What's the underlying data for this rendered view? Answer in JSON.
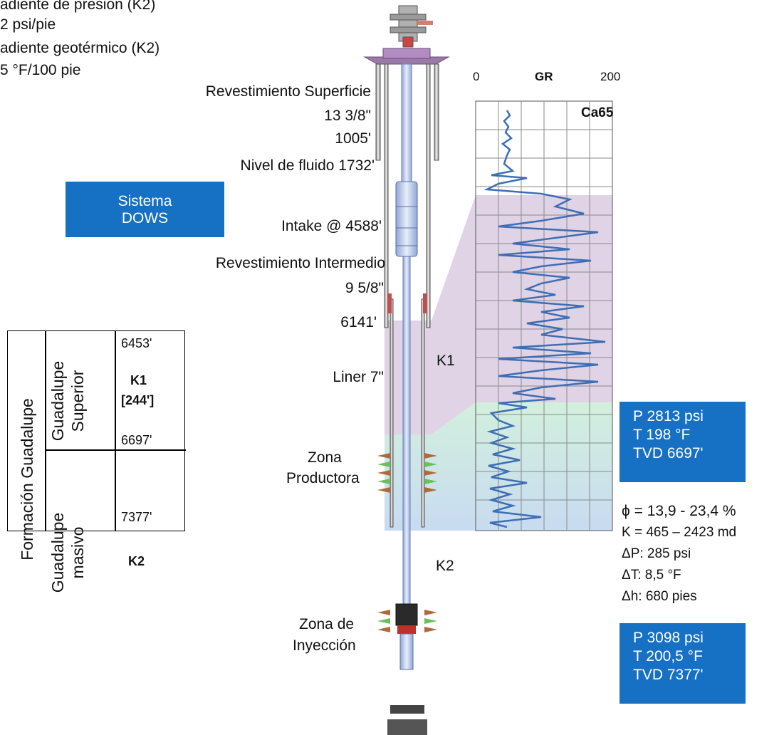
{
  "gradients": {
    "pressure_title": "adiente de presión (K2)",
    "pressure_value": "2 psi/pie",
    "geo_title": "adiente geotérmico (K2)",
    "geo_value": "5 °F/100 pie"
  },
  "system_box": {
    "line1": "Sistema",
    "line2": "DOWS"
  },
  "well_labels": {
    "surface_casing": "Revestimiento Superficie",
    "surface_size": "13 3/8\"",
    "surface_depth": "1005'",
    "fluid_level": "Nivel de fluido 1732'",
    "intake": "Intake @ 4588'",
    "intermediate_casing": "Revestimiento Intermedio",
    "intermediate_size": "9 5/8\"",
    "intermediate_depth": "6141'",
    "liner": "Liner 7\"",
    "prod_zone_1": "Zona",
    "prod_zone_2": "Productora",
    "inj_zone_1": "Zona de",
    "inj_zone_2": "Inyección"
  },
  "zones": {
    "k1": "K1",
    "k2": "K2"
  },
  "log": {
    "min": "0",
    "curve": "GR",
    "max": "200",
    "well": "Ca65",
    "range": [
      0,
      200
    ],
    "k1_top_frac": 0.22,
    "k1_bottom_frac": 0.71
  },
  "strat_table": {
    "formation": "Formación Guadalupe",
    "upper_1": "Guadalupe",
    "upper_2": "Superior",
    "massive_1": "Guadalupe",
    "massive_2": "masivo",
    "top_k1": "6453'",
    "k1_label": "K1",
    "k1_thick": "[244']",
    "base_k1": "6697'",
    "k2_label": "K2",
    "base_k2": "7377'"
  },
  "k1_conditions": {
    "p": "P  2813 psi",
    "t": "T  198 °F",
    "tvd": "TVD 6697'"
  },
  "k2_conditions": {
    "p": "P  3098 psi",
    "t": "T  200,5 °F",
    "tvd": "TVD 7377'"
  },
  "props": {
    "phi": "ϕ = 13,9 - 23,4 %",
    "k": "K = 465 – 2423 md",
    "dp": "ΔP: 285 psi",
    "dt": "ΔT: 8,5 °F",
    "dh": "Δh: 680 pies"
  },
  "colors": {
    "accent_blue": "#1670c4",
    "k1_fill": "#d9cbe0",
    "k2_fill_top": "#cfeedd",
    "k2_fill_bottom": "#c3d9ef",
    "log_curve": "#3d6eb5"
  }
}
